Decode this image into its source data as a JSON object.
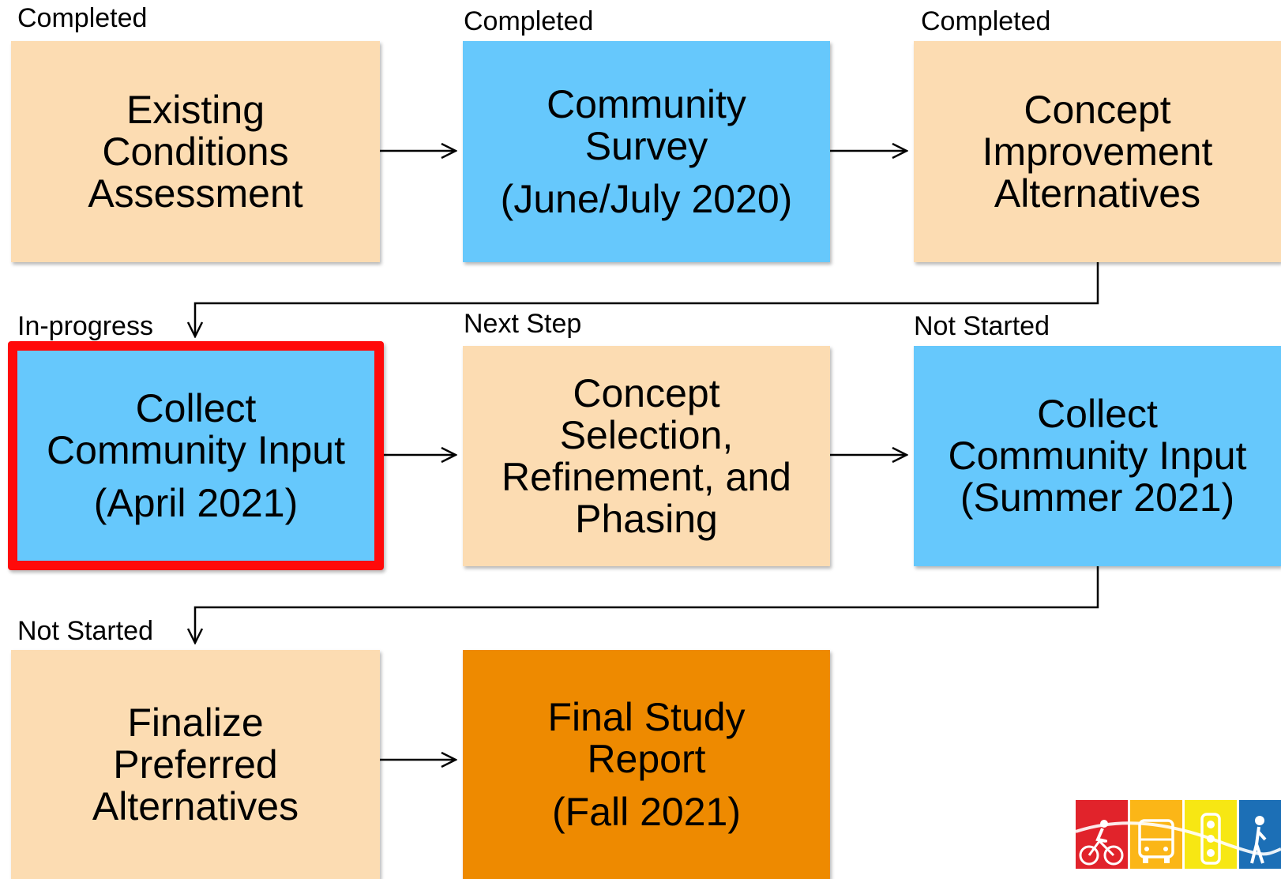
{
  "colors": {
    "light": "#fcdcb2",
    "blue": "#66c8fc",
    "orange": "#ee8a00",
    "highlight": "#ff0a0a",
    "logo_red": "#e1232b",
    "logo_amber": "#fbb617",
    "logo_yellow": "#f7e713",
    "logo_blue": "#1c6fb6"
  },
  "steps": [
    {
      "status": "Completed",
      "title": "Existing\nConditions\nAssessment",
      "sub": "",
      "color": "light"
    },
    {
      "status": "Completed",
      "title": "Community\nSurvey",
      "sub": "(June/July 2020)",
      "color": "blue"
    },
    {
      "status": "Completed",
      "title": "Concept\nImprovement\nAlternatives",
      "sub": "",
      "color": "light"
    },
    {
      "status": "In-progress",
      "title": "Collect\nCommunity Input",
      "sub": "(April 2021)",
      "color": "blue",
      "current": true
    },
    {
      "status": "Next Step",
      "title": "Concept\nSelection,\nRefinement, and\nPhasing",
      "sub": "",
      "color": "light"
    },
    {
      "status": "Not Started",
      "title": "Collect\nCommunity Input",
      "sub": "(Summer 2021)",
      "color": "blue"
    },
    {
      "status": "Not Started",
      "title": "Finalize\nPreferred\nAlternatives",
      "sub": "",
      "color": "light"
    },
    {
      "status": "",
      "title": "Final Study\nReport",
      "sub": "(Fall 2021)",
      "color": "orange"
    }
  ],
  "logo": {
    "icons": [
      "bicycle-icon",
      "bus-icon",
      "traffic-light-icon",
      "pedestrian-icon"
    ]
  }
}
